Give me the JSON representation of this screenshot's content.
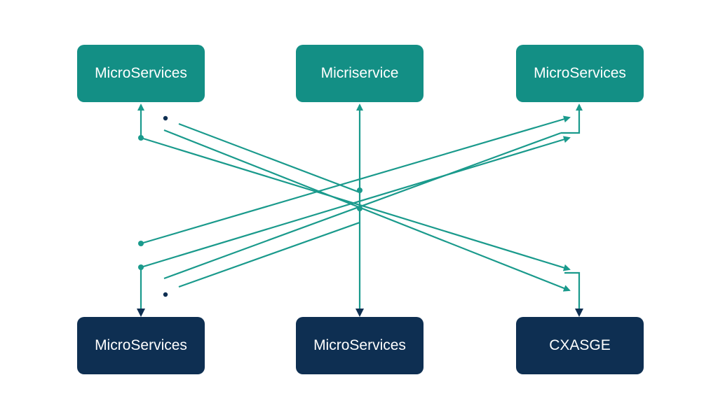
{
  "diagram": {
    "colors": {
      "top_node": "#138f85",
      "bottom_node": "#0e2f52",
      "edge": "#1a9a8c",
      "arrow_head": "#0e2f52",
      "dot": "#0e2f52"
    },
    "top_nodes": [
      {
        "label": "MicroServices"
      },
      {
        "label": "Micriservice"
      },
      {
        "label": "MicroServices"
      }
    ],
    "bottom_nodes": [
      {
        "label": "MicroServices"
      },
      {
        "label": "MicroServices"
      },
      {
        "label": "CXASGE"
      }
    ]
  }
}
